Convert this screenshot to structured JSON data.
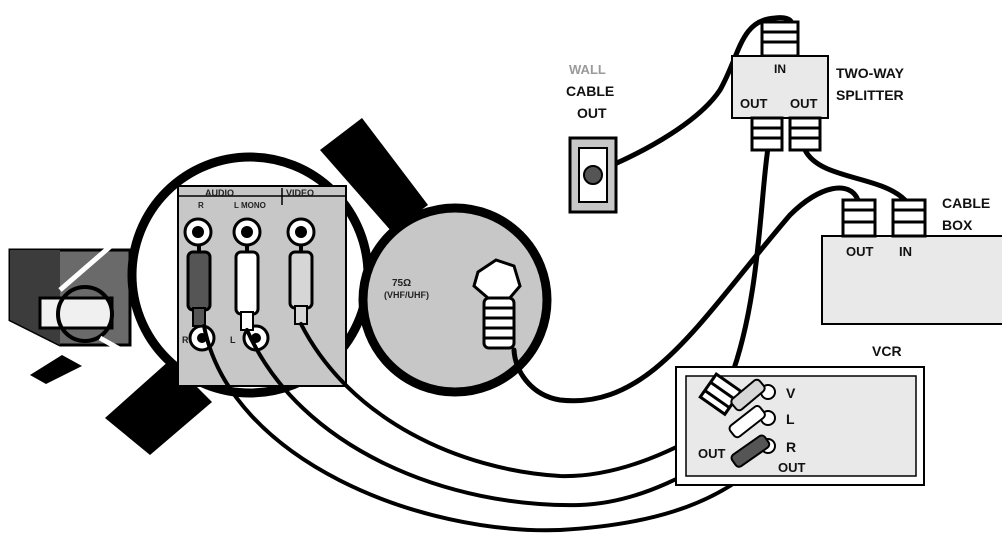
{
  "labels": {
    "wall": "WALL",
    "cable": "CABLE",
    "out": "OUT",
    "splitter_in": "IN",
    "splitter_out_left": "OUT",
    "splitter_out_right": "OUT",
    "two_way": "TWO-WAY",
    "splitter": "SPLITTER",
    "cable_box_cable": "CABLE",
    "cable_box_box": "BOX",
    "cable_box_out": "OUT",
    "cable_box_in": "IN",
    "vcr": "VCR",
    "vcr_v": "V",
    "vcr_l": "L",
    "vcr_r": "R",
    "vcr_out_left": "OUT",
    "vcr_out_right": "OUT",
    "tv_audio": "AUDIO",
    "tv_video": "VIDEO",
    "tv_r_top": "R",
    "tv_l_mono": "L MONO",
    "tv_r_bottom": "R",
    "tv_l_bottom": "L",
    "tv_75_ohm": "75Ω",
    "tv_vhf_uhf": "(VHF/UHF)"
  },
  "colors": {
    "background": "#ffffff",
    "cable": "#000000",
    "device_fill": "#e9e9e9",
    "tv_panel_fill": "#c7c7c7",
    "tv_body_fill": "#666666",
    "plug_red": "#555555",
    "plug_white": "#ffffff",
    "plug_yellow": "#d6d6d6"
  }
}
